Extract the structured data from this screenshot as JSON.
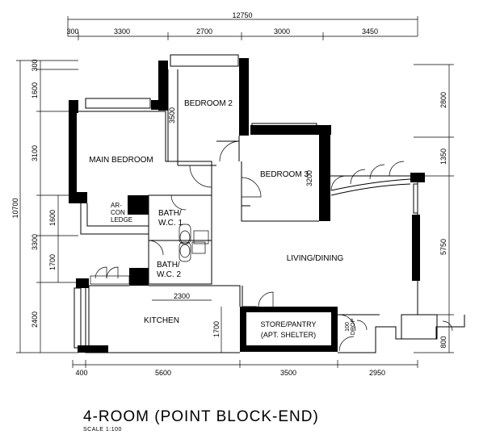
{
  "plan": {
    "title": "4-ROOM (POINT BLOCK-END)",
    "scale": "SCALE 1:100",
    "rooms": {
      "bedroom2": "BEDROOM 2",
      "main_bedroom": "MAIN BEDROOM",
      "bedroom3": "BEDROOM 3",
      "aircon_line1": "AR-",
      "aircon_line2": "CON",
      "aircon_line3": "LEDGE",
      "bath1_line1": "BATH/",
      "bath1_line2": "W.C. 1",
      "bath2_line1": "BATH/",
      "bath2_line2": "W.C. 2",
      "living": "LIVING/DINING",
      "kitchen": "KITCHEN",
      "store_line1": "STORE/PANTRY",
      "store_line2": "(APT. SHELTER)"
    },
    "dimensions": {
      "top_overall": "12750",
      "top": [
        "300",
        "3300",
        "2700",
        "3000",
        "3450"
      ],
      "bottom": [
        "400",
        "5600",
        "3500",
        "2950"
      ],
      "left_overall": "10700",
      "left": [
        "300",
        "1600",
        "3100",
        "1600",
        "3300",
        "1700",
        "2400"
      ],
      "right": [
        "2800",
        "1350",
        "5750",
        "800"
      ],
      "interior": {
        "bedroom2_depth": "3500",
        "bedroom3_depth": "3200",
        "bath_width": "2300",
        "kitchen_depth": "1700",
        "door_a": "100",
        "door_b": "DROP"
      }
    }
  }
}
